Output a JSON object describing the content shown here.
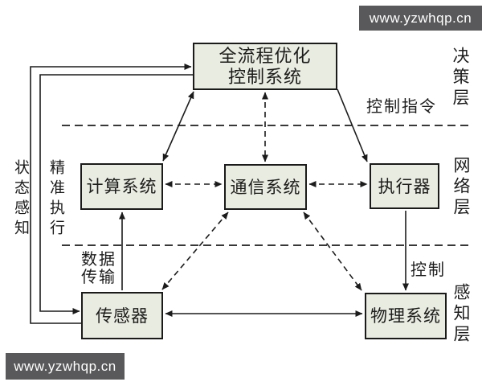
{
  "watermarks": {
    "top": "www.yzwhqp.cn",
    "bottom": "www.yzwhqp.cn"
  },
  "colors": {
    "node_fill": "#e9ece0",
    "node_border": "#1b1b1b",
    "line": "#1c1c1c",
    "banner_bg": "#59595b",
    "banner_text": "#ffffff"
  },
  "nodes": {
    "control_system": {
      "line1": "全流程优化",
      "line2": "控制系统"
    },
    "computing": {
      "label": "计算系统"
    },
    "communication": {
      "label": "通信系统"
    },
    "actuator": {
      "label": "执行器"
    },
    "sensor": {
      "label": "传感器"
    },
    "physical": {
      "label": "物理系统"
    }
  },
  "layers": {
    "decision": "决策层",
    "network": "网络层",
    "perception": "感知层"
  },
  "edge_labels": {
    "state_sensing": "状态感知",
    "precise_execution": "精准执行",
    "control_command": "控制指令",
    "data_line1": "数据",
    "data_line2": "传输",
    "control": "控制"
  }
}
